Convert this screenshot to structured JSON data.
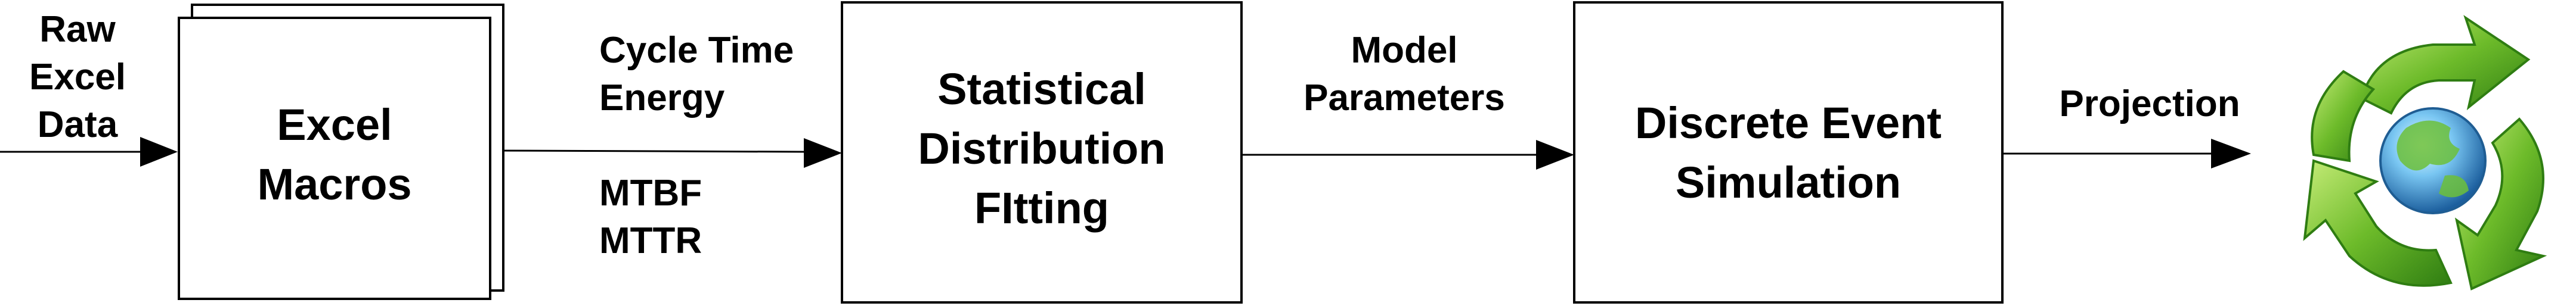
{
  "inputs": {
    "raw_excel_data": [
      "Raw",
      "Excel",
      "Data"
    ]
  },
  "boxes": {
    "excel_macros": [
      "Excel",
      "Macros"
    ],
    "statistical_distribution_fitting": [
      "Statistical",
      "Distribution",
      "FItting"
    ],
    "discrete_event_simulation": [
      "Discrete Event",
      "Simulation"
    ]
  },
  "flows": {
    "macros_to_fitting_top": [
      "Cycle Time",
      "Energy"
    ],
    "macros_to_fitting_bottom": [
      "MTBF",
      "MTTR"
    ],
    "fitting_to_simulation": [
      "Model",
      "Parameters"
    ],
    "simulation_to_output": [
      "Projection"
    ]
  },
  "icons": {
    "output": "recycling-globe-icon"
  },
  "colors": {
    "recycle_green_light": "#8fcf3c",
    "recycle_green_dark": "#2f7d12",
    "globe_blue": "#4f9fe0"
  }
}
